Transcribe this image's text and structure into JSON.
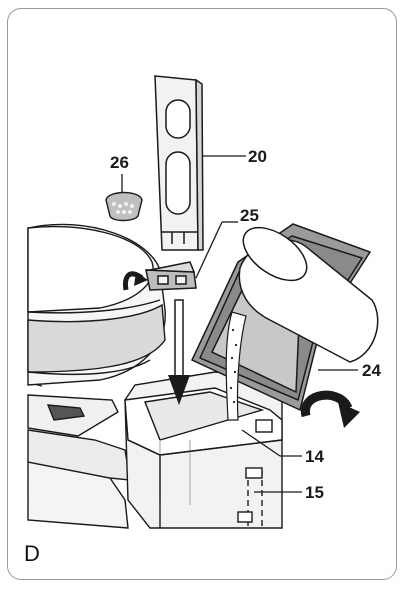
{
  "figure": {
    "panel_letter": "D",
    "callouts": {
      "part_20": "20",
      "part_25": "25",
      "part_26": "26",
      "part_24": "24",
      "part_14": "14",
      "part_15": "15"
    }
  },
  "colors": {
    "outline": "#1a1a1a",
    "light_gray": "#e6e6e6",
    "mid_gray": "#bdbdbd",
    "dark_gray": "#7a7a7a",
    "frame": "#9a9a9a"
  }
}
